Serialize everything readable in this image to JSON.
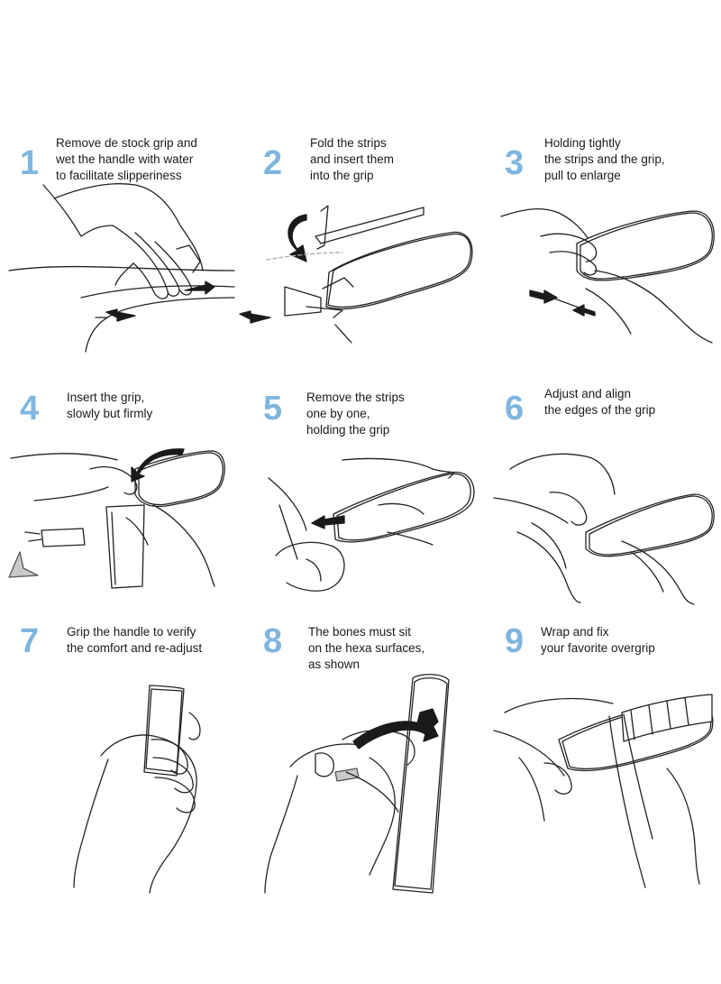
{
  "colors": {
    "step_number": "#7fb6e0",
    "line_art": "#222222",
    "background": "#ffffff"
  },
  "steps": [
    {
      "number": "1",
      "text": "Remove de stock grip and\nwet the handle with water\nto facilitate slipperiness"
    },
    {
      "number": "2",
      "text": "Fold the strips\nand insert them\ninto the grip"
    },
    {
      "number": "3",
      "text": "Holding tightly\nthe strips and the grip,\npull to enlarge"
    },
    {
      "number": "4",
      "text": "Insert the grip,\nslowly but firmly"
    },
    {
      "number": "5",
      "text": "Remove the strips\none by one,\nholding the grip"
    },
    {
      "number": "6",
      "text": "Adjust and align\nthe edges of the grip"
    },
    {
      "number": "7",
      "text": "Grip the handle to verify\nthe comfort and re-adjust"
    },
    {
      "number": "8",
      "text": "The bones must sit\non the hexa surfaces,\nas shown"
    },
    {
      "number": "9",
      "text": "Wrap and fix\nyour favorite overgrip"
    }
  ]
}
